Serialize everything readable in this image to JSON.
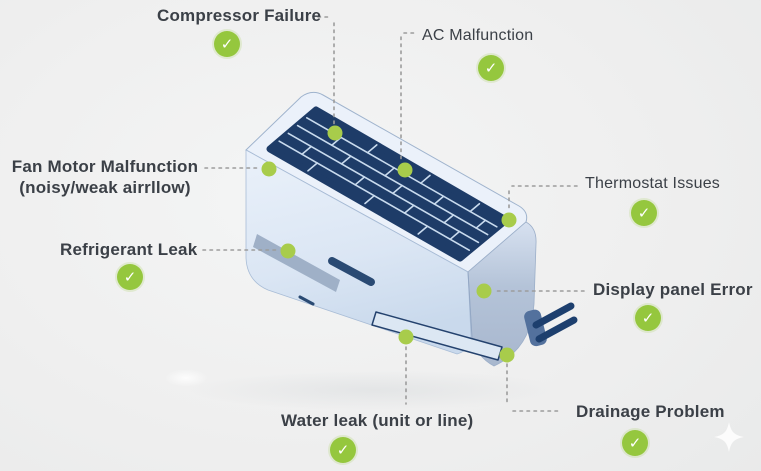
{
  "labels": [
    {
      "id": "compressor-failure",
      "text": "Compressor Failure"
    },
    {
      "id": "ac-malfunction",
      "text": "AC Malfunction"
    },
    {
      "id": "fan-motor-malfunction",
      "text": "Fan Motor Malfunction",
      "text2": "(noisy/weak airrllow)"
    },
    {
      "id": "thermostat-issues",
      "text": "Thermostat Issues"
    },
    {
      "id": "refrigerant-leak",
      "text": "Refrigerant Leak"
    },
    {
      "id": "display-panel-error",
      "text": "Display panel Error"
    },
    {
      "id": "water-leak",
      "text": "Water leak (unit or line)"
    },
    {
      "id": "drainage-problem",
      "text": "Drainage Problem"
    }
  ],
  "icons": {
    "check": "✓"
  },
  "colors": {
    "accent_green": "#95c73e",
    "dot_green": "#a8cc4b",
    "grille_navy": "#1e3c68",
    "body_blue": "#e7eef8",
    "side_blue": "#b2c1d7",
    "label_text": "#3b4047",
    "dashed_line": "#9c9c9c"
  }
}
